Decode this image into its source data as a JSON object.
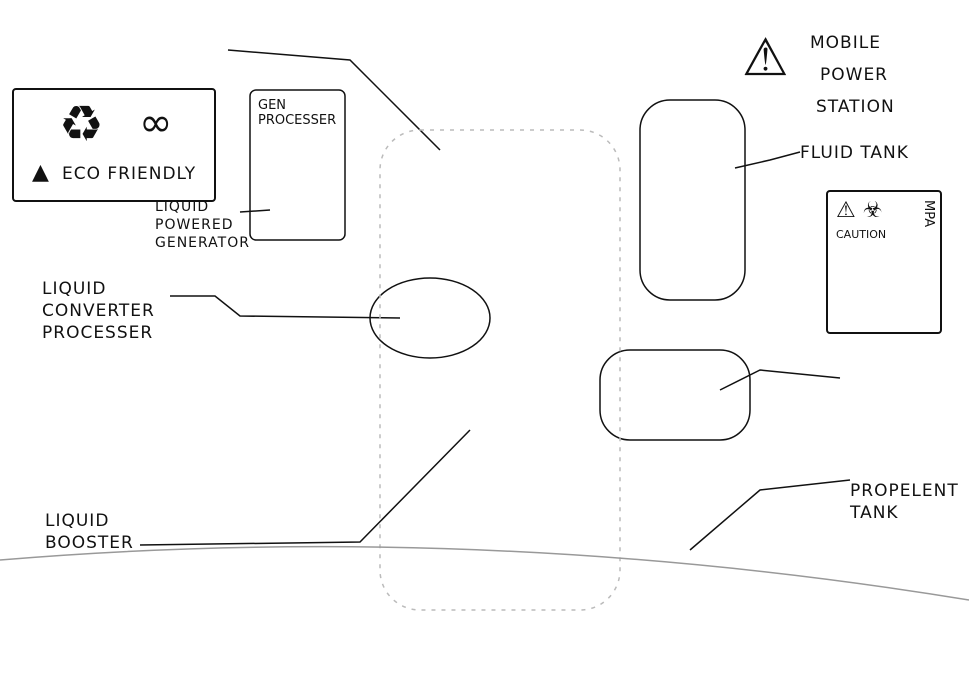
{
  "title_block": {
    "line1": "Mobile",
    "line2": "Power",
    "line3": "Station"
  },
  "eco_panel": {
    "label": "Eco Friendly",
    "infinity": "∞",
    "recycle": "♻"
  },
  "labels": {
    "fluid_tank": "Fluid Tank",
    "liquid_powered_generator": [
      "Liquid",
      "Powered",
      "Generator"
    ],
    "liquid_converter": [
      "Liquid",
      "Converter",
      "Processer"
    ],
    "liquid_booster": [
      "Liquid",
      "Booster"
    ],
    "propelent_tank": [
      "Propelent",
      "Tank"
    ]
  },
  "sign": {
    "caution": "Caution",
    "code": "MPA"
  },
  "generator_panel": {
    "brand": "Gen",
    "sub": "Processer"
  }
}
